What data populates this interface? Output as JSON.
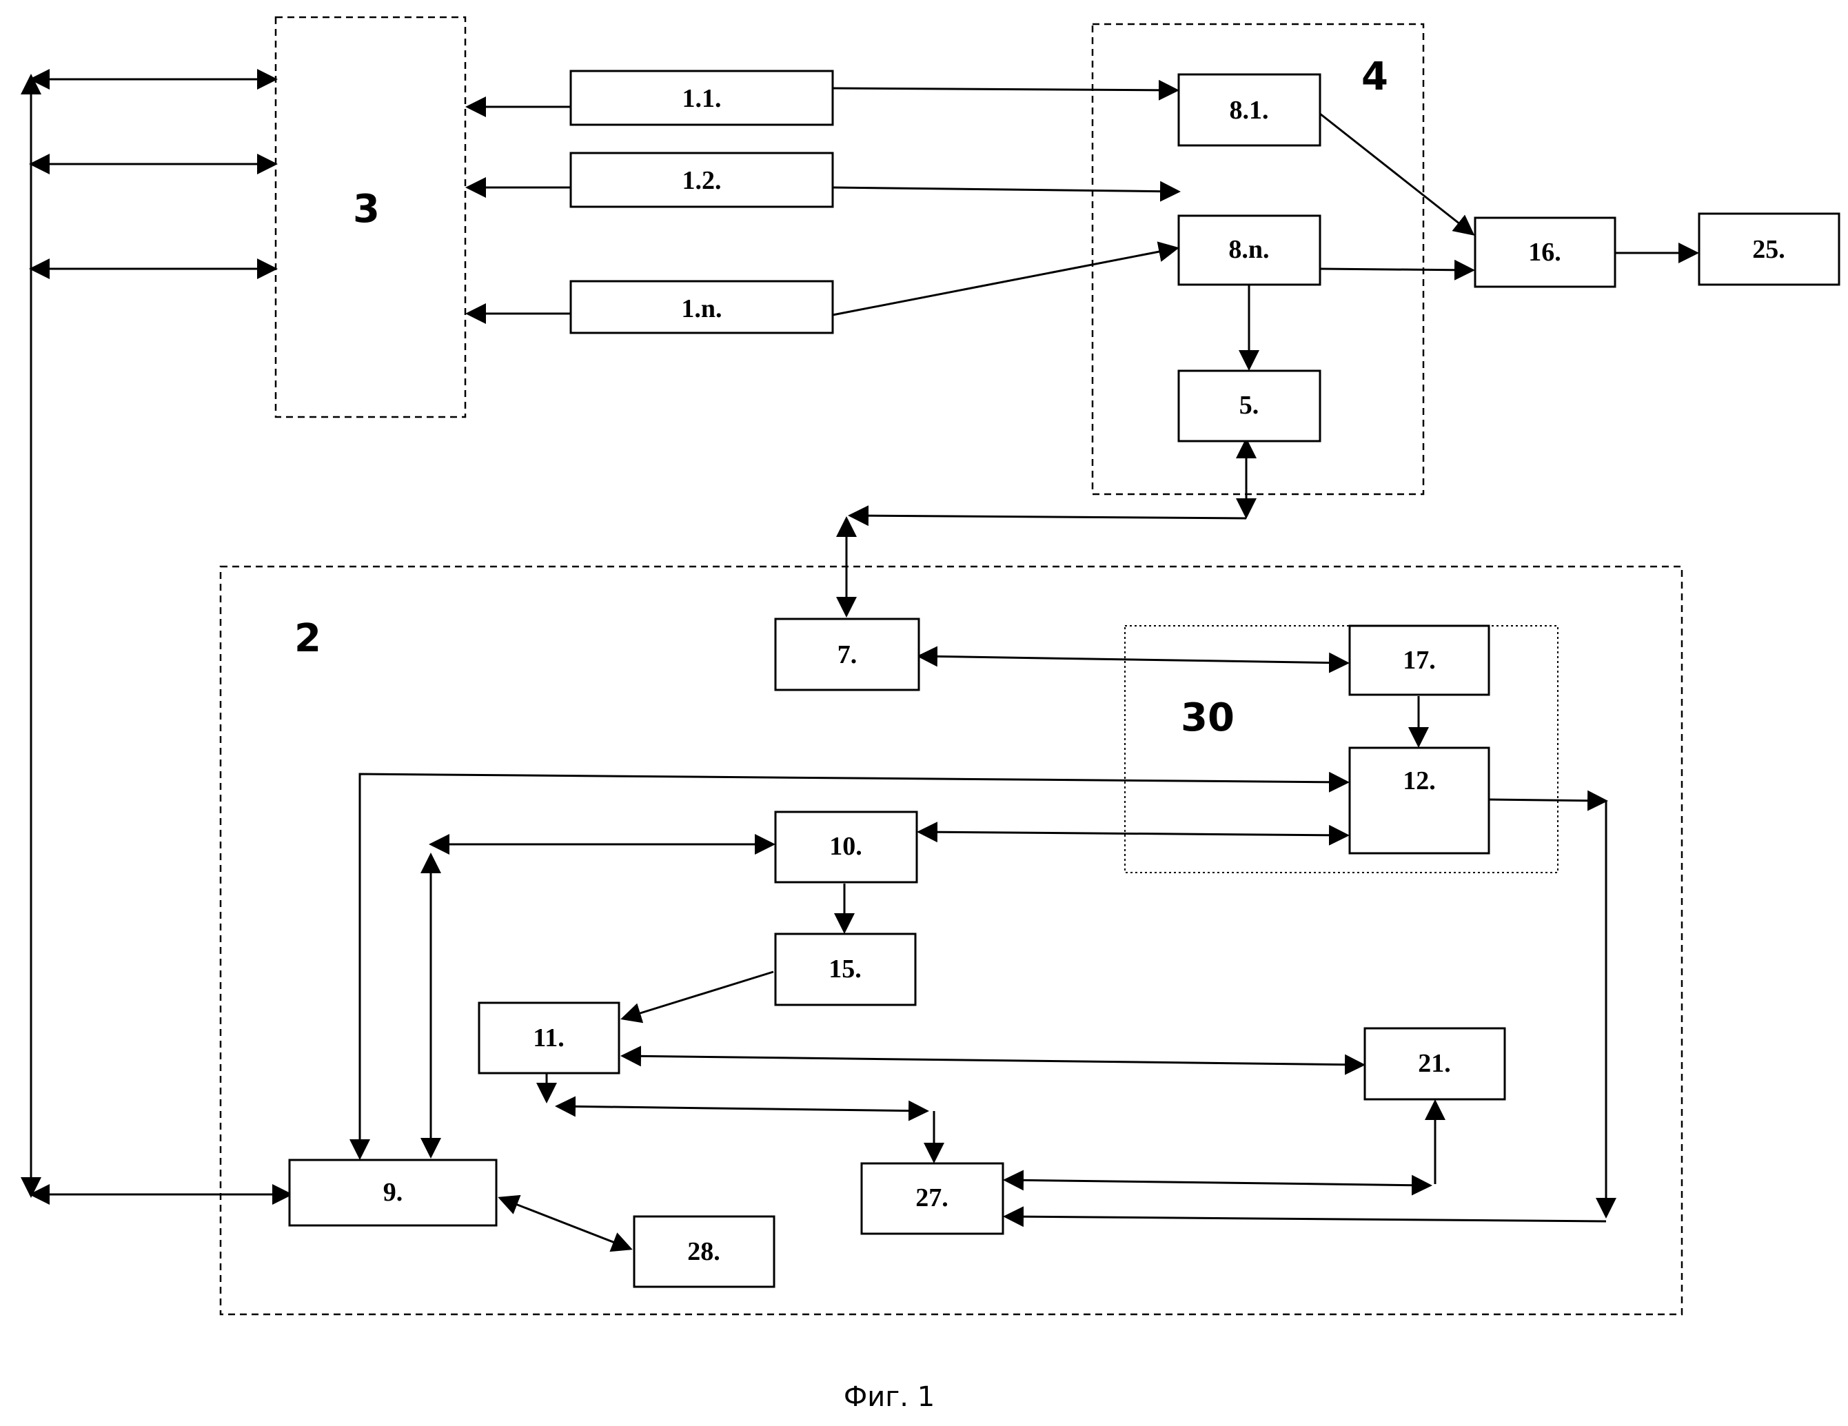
{
  "groups": [
    {
      "id": "g3",
      "label": "3"
    },
    {
      "id": "g4",
      "label": "4"
    },
    {
      "id": "g2",
      "label": "2"
    },
    {
      "id": "g30",
      "label": "30"
    }
  ],
  "blocks": [
    {
      "id": "b1_1",
      "label": "1.1."
    },
    {
      "id": "b1_2",
      "label": "1.2."
    },
    {
      "id": "b1_n",
      "label": "1.n."
    },
    {
      "id": "b8_1",
      "label": "8.1."
    },
    {
      "id": "b8_n",
      "label": "8.n."
    },
    {
      "id": "b5",
      "label": "5."
    },
    {
      "id": "b16",
      "label": "16."
    },
    {
      "id": "b25",
      "label": "25."
    },
    {
      "id": "b7",
      "label": "7."
    },
    {
      "id": "b17",
      "label": "17."
    },
    {
      "id": "b12",
      "label": "12."
    },
    {
      "id": "b10",
      "label": "10."
    },
    {
      "id": "b15",
      "label": "15."
    },
    {
      "id": "b11",
      "label": "11."
    },
    {
      "id": "b21",
      "label": "21."
    },
    {
      "id": "b9",
      "label": "9."
    },
    {
      "id": "b28",
      "label": "28."
    },
    {
      "id": "b27",
      "label": "27."
    }
  ],
  "caption": "Фиг. 1"
}
